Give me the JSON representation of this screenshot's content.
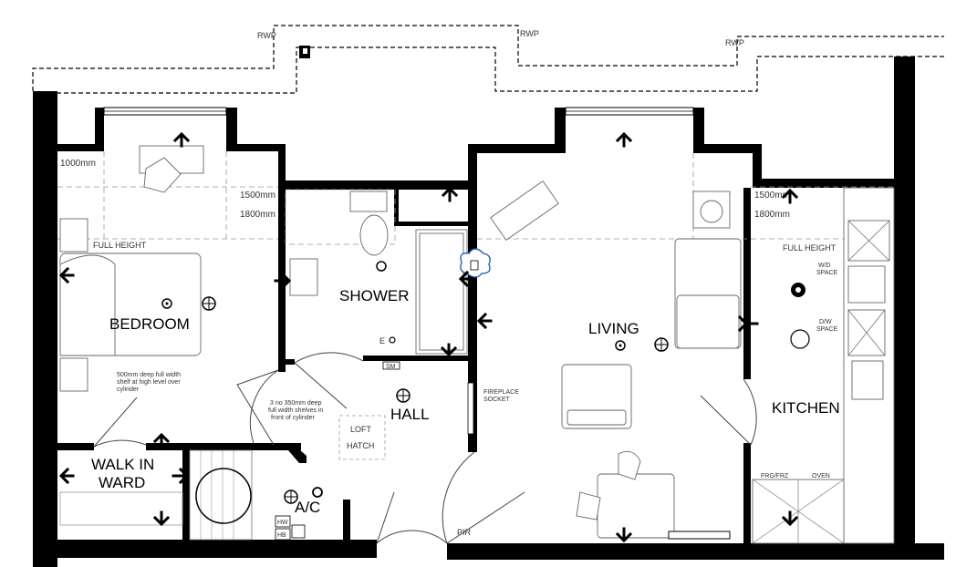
{
  "rooms": {
    "bedroom": "BEDROOM",
    "shower": "SHOWER",
    "living": "LIVING",
    "kitchen": "KITCHEN",
    "hall": "HALL",
    "walk_in_1": "WALK IN",
    "walk_in_2": "WARD",
    "ac": "A/C"
  },
  "labels": {
    "rwp": "RWP",
    "full_height_bed": "FULL HEIGHT",
    "full_height_kitchen": "FULL HEIGHT",
    "dim_1000": "1000mm",
    "dim_1500_bed": "1500mm",
    "dim_1800_bed": "1800mm",
    "dim_1500_kit": "1500mm",
    "dim_1800_kit": "1800mm",
    "wd_space_1": "W/D",
    "wd_space_2": "SPACE",
    "dw_space_1": "D/W",
    "dw_space_2": "SPACE",
    "frg_frz": "FRG/FRZ",
    "oven": "OVEN",
    "loft_1": "LOFT",
    "loft_2": "HATCH",
    "sm": "SM",
    "pir": "PIR",
    "fireplace_1": "FIREPLACE",
    "fireplace_2": "SOCKET",
    "note_shelf_1": "500mm deep full width",
    "note_shelf_2": "shelf at high level over",
    "note_shelf_3": "cylinder",
    "note_shelves_1": "3 no 350mm deep",
    "note_shelves_2": "full width shelves in",
    "note_shelves_3": "front of cylinder",
    "hw": "HW",
    "hb": "HB",
    "e_mark": "E"
  }
}
